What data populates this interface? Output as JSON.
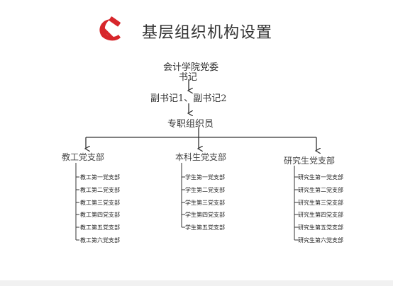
{
  "title": "基层组织机构设置",
  "emblem": {
    "icon": "party-emblem-icon",
    "color": "#d7262b"
  },
  "root": {
    "line1": "会计学院党委",
    "line2": "书记"
  },
  "deputies": {
    "left": "副书记1",
    "sep": "、",
    "right": "副书记2"
  },
  "staff": "专职组织员",
  "branches": [
    {
      "title": "教工党支部",
      "items": [
        "教工第一党支部",
        "教工第二党支部",
        "教工第三党支部",
        "教工第四党支部",
        "教工第五党支部",
        "教工第六党支部"
      ]
    },
    {
      "title": "本科生党支部",
      "items": [
        "学生第一党支部",
        "学生第二党支部",
        "学生第三党支部",
        "学生第四党支部",
        "学生第五党支部"
      ]
    },
    {
      "title": "研究生党支部",
      "items": [
        "研究生第一党支部",
        "研究生第二党支部",
        "研究生第三党支部",
        "研究生第四党支部",
        "研究生第五党支部",
        "研究生第六党支部"
      ]
    }
  ]
}
